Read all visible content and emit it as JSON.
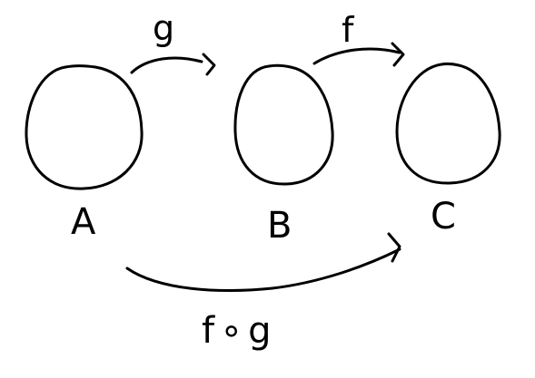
{
  "sets": {
    "a": {
      "label": "A"
    },
    "b": {
      "label": "B"
    },
    "c": {
      "label": "C"
    }
  },
  "maps": {
    "g": {
      "label": "g"
    },
    "f": {
      "label": "f"
    },
    "composition": {
      "label": "f∘g"
    }
  },
  "colors": {
    "ink": "#000000",
    "background": "#ffffff"
  }
}
